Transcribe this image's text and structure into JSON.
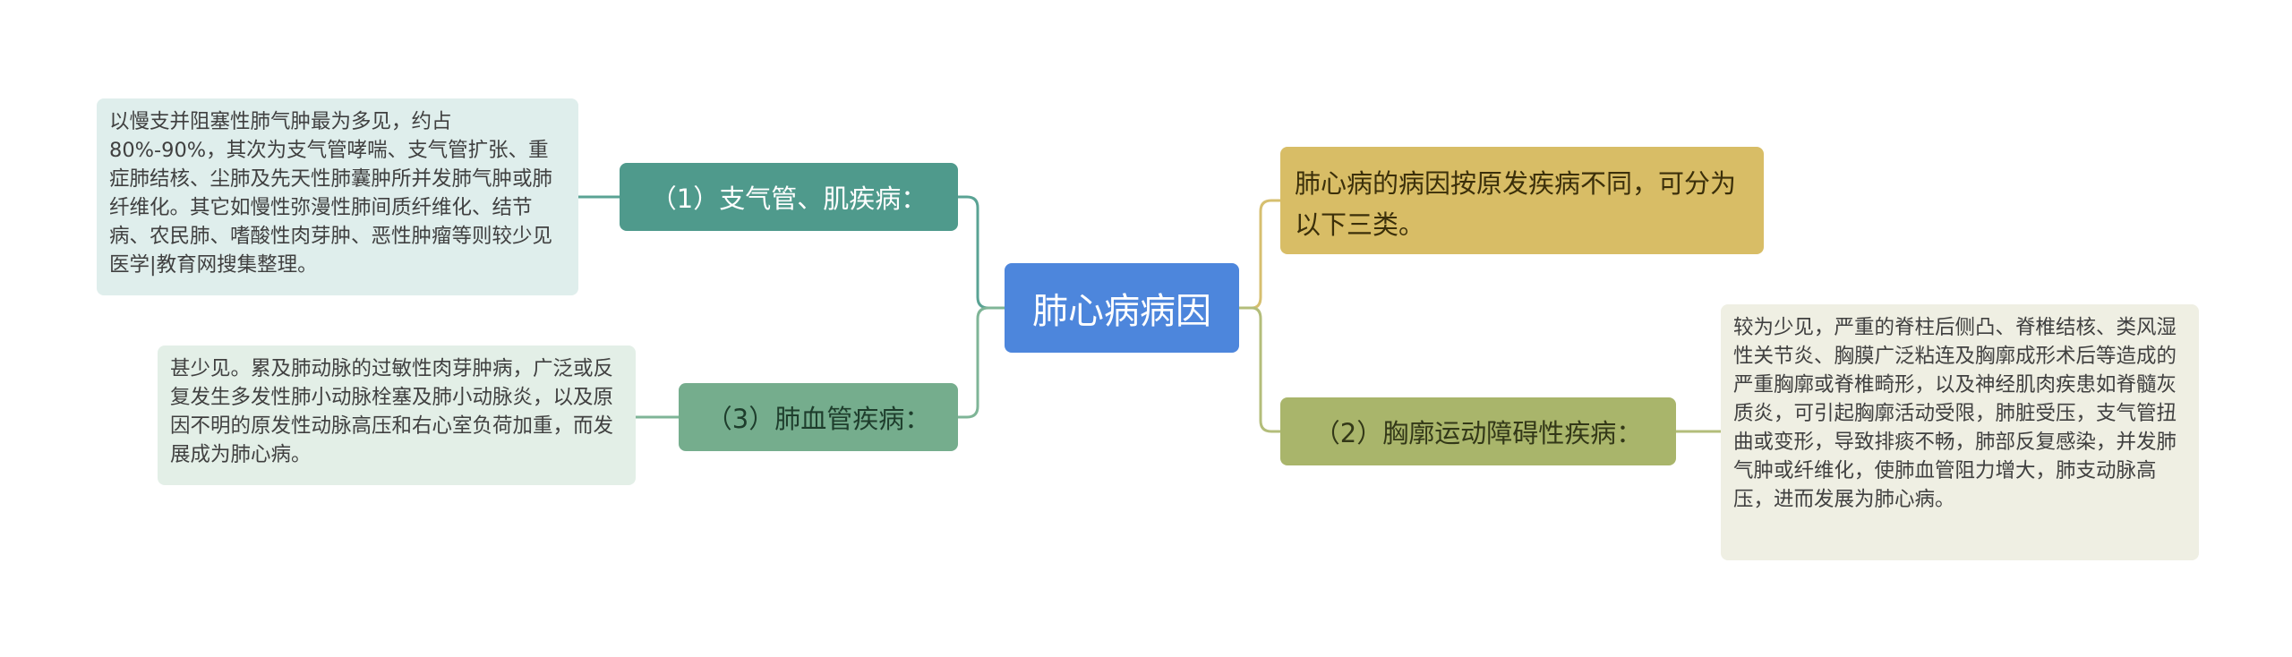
{
  "center": {
    "label": "肺心病病因"
  },
  "intro": {
    "text": "肺心病的病因按原发疾病不同，可分为以下三类。"
  },
  "branches": {
    "b1": {
      "label": "（1）支气管、肌疾病：",
      "detail": "以慢支并阻塞性肺气肿最为多见，约占80%-90%，其次为支气管哮喘、支气管扩张、重症肺结核、尘肺及先天性肺囊肿所并发肺气肿或肺纤维化。其它如慢性弥漫性肺间质纤维化、结节病、农民肺、嗜酸性肉芽肿、恶性肿瘤等则较少见医学|教育网搜集整理。"
    },
    "b2": {
      "label": "（2）胸廓运动障碍性疾病：",
      "detail": "较为少见，严重的脊柱后侧凸、脊椎结核、类风湿性关节炎、胸膜广泛粘连及胸廓成形术后等造成的严重胸廓或脊椎畸形，以及神经肌肉疾患如脊髓灰质炎，可引起胸廓活动受限，肺脏受压，支气管扭曲或变形，导致排痰不畅，肺部反复感染，并发肺气肿或纤维化，使肺血管阻力增大，肺支动脉高压，进而发展为肺心病。"
    },
    "b3": {
      "label": "（3）肺血管疾病：",
      "detail": "甚少见。累及肺动脉的过敏性肉芽肿病，广泛或反复发生多发性肺小动脉栓塞及肺小动脉炎，以及原因不明的原发性动脉高压和右心室负荷加重，而发展成为肺心病。"
    }
  },
  "colors": {
    "center": "#4d86dc",
    "branch1": "#4f9a8c",
    "branch2": "#a9b56b",
    "branch3": "#75ad8d",
    "intro": "#d8bd66"
  }
}
